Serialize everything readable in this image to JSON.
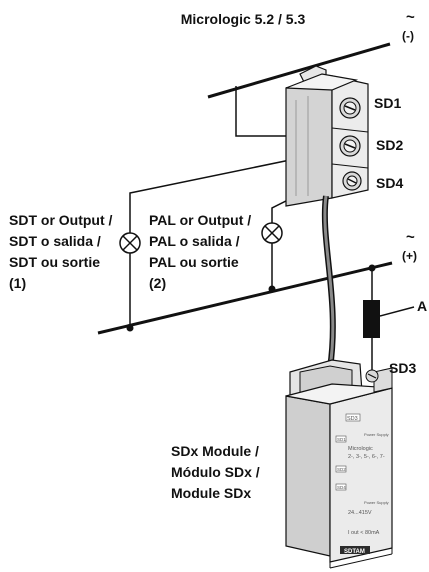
{
  "diagram": {
    "title": "Micrologic 5.2 / 5.3",
    "supply": {
      "neg_symbol": "~",
      "neg_label": "(-)",
      "pos_symbol": "~",
      "pos_label": "(+)"
    },
    "terminals": [
      "SD1",
      "SD2",
      "SD4",
      "SD3"
    ],
    "sdt_lines": [
      "SDT or Output /",
      "SDT o salida /",
      "SDT ou sortie",
      "(1)"
    ],
    "pal_lines": [
      "PAL or Output /",
      "PAL o salida /",
      "PAL ou sortie",
      "(2)"
    ],
    "fuse_label": "A",
    "module_lines": [
      "SDx Module /",
      "Módulo SDx /",
      "Module SDx"
    ],
    "module_face": {
      "sd1": "SD1",
      "sd2": "SD2",
      "sd4": "SD4",
      "sd3": "SD3",
      "power_supply": "Power Supply",
      "micrologic": "Micrologic",
      "models": "2-, 3-, 5-, 6-, 7-",
      "voltage": "24...415V",
      "current": "I out < 80mA",
      "brand": "SDTAM"
    },
    "colors": {
      "ink": "#111111",
      "housing": "#e7e7e7",
      "housing_shadow": "#bdbdbd",
      "screw": "#d9d9d9",
      "cable": "#6b6b6b"
    }
  }
}
